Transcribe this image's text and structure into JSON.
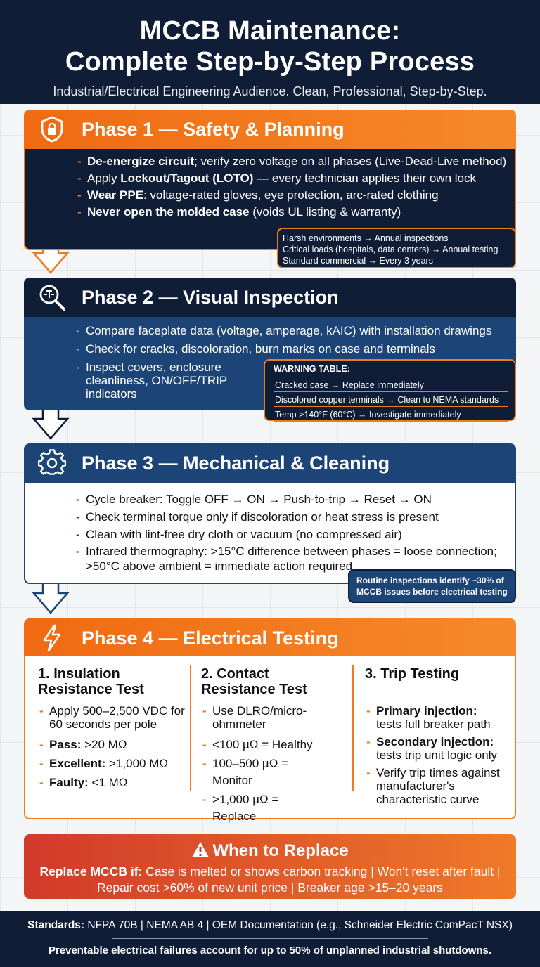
{
  "header": {
    "title_line1": "MCCB Maintenance:",
    "title_line2": "Complete Step-by-Step Process",
    "subtitle": "Industrial/Electrical Engineering Audience. Clean, Professional, Step-by-Step."
  },
  "phase1": {
    "icon": "shield-lock-icon",
    "title": "Phase 1 — Safety & Planning",
    "items": [
      {
        "bold": "De-energize circuit",
        "text": "; verify zero voltage on all phases (Live-Dead-Live method)"
      },
      {
        "pre": "Apply ",
        "bold": "Lockout/Tagout (LOTO)",
        "text": " — every technician applies their own lock"
      },
      {
        "bold": "Wear PPE",
        "text": ": voltage-rated gloves, eye protection, arc-rated clothing"
      },
      {
        "bold": "Never open the molded case",
        "text": " (voids UL listing & warranty)"
      }
    ],
    "schedule": [
      "Harsh environments → Annual inspections",
      "Critical loads (hospitals, data centers) → Annual testing",
      "Standard commercial → Every 3 years"
    ]
  },
  "phase2": {
    "icon": "magnifier-icon",
    "title": "Phase 2 — Visual Inspection",
    "items": [
      "Compare faceplate data (voltage, amperage, kAIC) with installation drawings",
      "Check for cracks, discoloration, burn marks on case and terminals",
      "Inspect covers, enclosure cleanliness, ON/OFF/TRIP indicators"
    ],
    "warning_title": "WARNING TABLE:",
    "warning_rows": [
      "Cracked case → Replace immediately",
      "Discolored copper terminals → Clean to NEMA standards",
      "Temp >140°F (60°C) → Investigate immediately"
    ]
  },
  "phase3": {
    "icon": "gear-icon",
    "title": "Phase 3 — Mechanical & Cleaning",
    "items": [
      "Cycle breaker: Toggle OFF → ON → Push-to-trip → Reset → ON",
      "Check terminal torque only if discoloration or heat stress is present",
      "Clean with lint-free dry cloth or vacuum (no compressed air)",
      "Infrared thermography: >15°C difference between phases = loose connection; >50°C above ambient = immediate action required"
    ],
    "note": "Routine inspections identify ~30% of MCCB issues before electrical testing"
  },
  "phase4": {
    "icon": "lightning-icon",
    "title": "Phase 4 — Electrical Testing",
    "columns": [
      {
        "heading": "1. Insulation Resistance Test",
        "items": [
          {
            "bold": "",
            "text": "Apply 500–2,500 VDC for 60 seconds per pole"
          },
          {
            "bold": "Pass:",
            "text": " >20 MΩ"
          },
          {
            "bold": "Excellent:",
            "text": " >1,000 MΩ"
          },
          {
            "bold": "Faulty:",
            "text": " <1 MΩ"
          }
        ]
      },
      {
        "heading": "2. Contact Resistance Test",
        "items": [
          {
            "bold": "",
            "text": "Use DLRO/micro-ohmmeter"
          },
          {
            "bold": "",
            "text": "<100 µΩ = Healthy"
          },
          {
            "bold": "",
            "text": "100–500 µΩ = Monitor"
          },
          {
            "bold": "",
            "text": ">1,000 µΩ = Replace"
          }
        ]
      },
      {
        "heading": "3. Trip Testing",
        "items": [
          {
            "bold": "Primary injection:",
            "text": " tests full breaker path"
          },
          {
            "bold": "Secondary injection:",
            "text": " tests trip unit logic only"
          },
          {
            "bold": "",
            "text": "Verify trip times against manufacturer's characteristic curve"
          }
        ]
      }
    ]
  },
  "replace": {
    "icon": "warning-icon",
    "title": "When to Replace",
    "lead": "Replace MCCB if:",
    "text": " Case is melted or shows carbon tracking | Won't reset after fault | Repair cost >60% of new unit price | Breaker age >15–20 years"
  },
  "footer": {
    "standards_label": "Standards:",
    "standards_text": " NFPA 70B | NEMA AB 4 | OEM Documentation (e.g., Schneider Electric ComPacT NSX)",
    "fact": "Preventable electrical failures account for up to 50% of unplanned industrial shutdowns."
  },
  "colors": {
    "navy": "#0f1d36",
    "blue": "#1d4476",
    "orange": "#f07a1e",
    "red": "#d13a2a"
  }
}
